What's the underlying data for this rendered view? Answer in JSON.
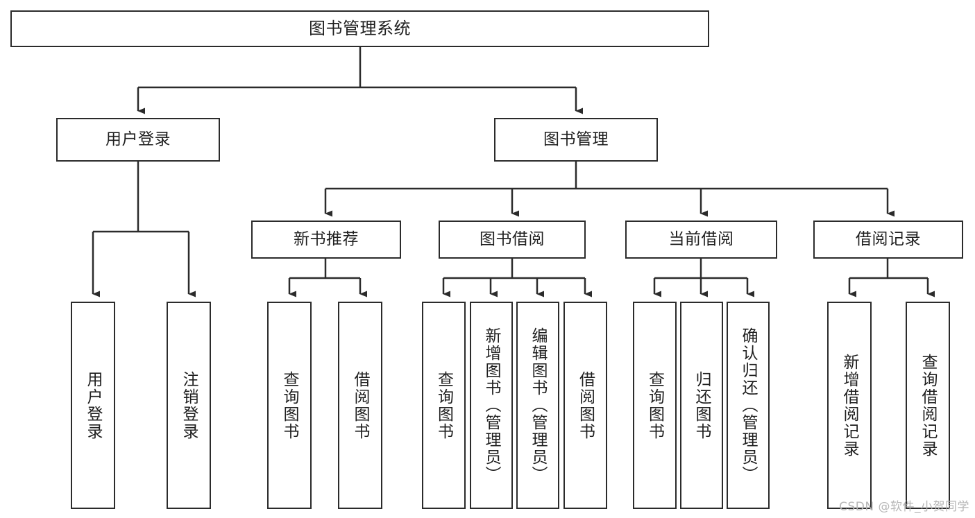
{
  "diagram": {
    "title": "图书管理系统",
    "type": "tree",
    "orientation": "top-down",
    "stroke_color": "#2b2b2b",
    "fill_color": "#ffffff",
    "text_color": "#1f1f1f"
  },
  "nodes": {
    "root": {
      "label": "图书管理系统"
    },
    "level2": [
      {
        "id": "user-login",
        "label": "用户登录"
      },
      {
        "id": "book-manage",
        "label": "图书管理"
      }
    ],
    "level3": [
      {
        "id": "new-book-rec",
        "label": "新书推荐"
      },
      {
        "id": "book-borrow",
        "label": "图书借阅"
      },
      {
        "id": "current-borrow",
        "label": "当前借阅"
      },
      {
        "id": "borrow-record",
        "label": "借阅记录"
      }
    ],
    "leaves": {
      "user_login": [
        {
          "id": "leaf-user-login",
          "label": "用户登录"
        },
        {
          "id": "leaf-logout-login",
          "label": "注销登录"
        }
      ],
      "new_book_rec": [
        {
          "id": "leaf-query-book-1",
          "label": "查询图书"
        },
        {
          "id": "leaf-borrow-book-1",
          "label": "借阅图书"
        }
      ],
      "book_borrow": [
        {
          "id": "leaf-query-book-2",
          "label": "查询图书"
        },
        {
          "id": "leaf-add-book",
          "label": "新增图书（管理员）"
        },
        {
          "id": "leaf-edit-book",
          "label": "编辑图书（管理员）"
        },
        {
          "id": "leaf-borrow-book-2",
          "label": "借阅图书"
        }
      ],
      "current_borrow": [
        {
          "id": "leaf-query-book-3",
          "label": "查询图书"
        },
        {
          "id": "leaf-return-book",
          "label": "归还图书"
        },
        {
          "id": "leaf-confirm-return",
          "label": "确认归还（管理员）"
        }
      ],
      "borrow_record": [
        {
          "id": "leaf-add-record",
          "label": "新增借阅记录"
        },
        {
          "id": "leaf-query-record",
          "label": "查询借阅记录"
        }
      ]
    }
  },
  "watermark": {
    "text": "CSDN @软件_小贺同学"
  }
}
